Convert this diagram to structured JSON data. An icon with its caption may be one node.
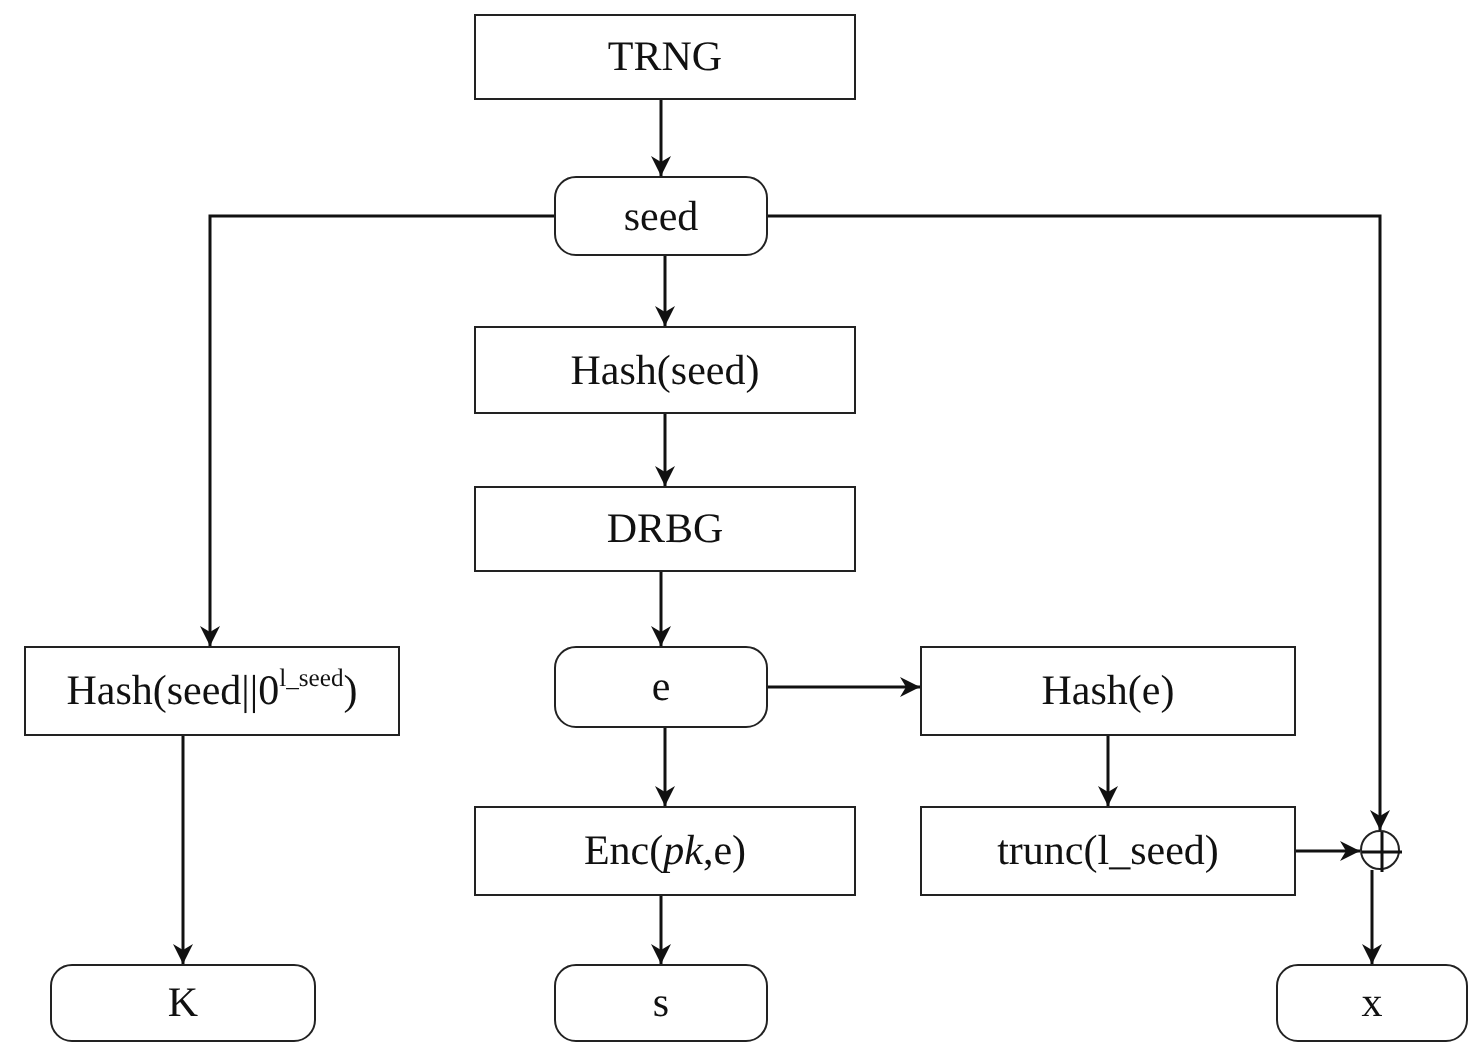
{
  "diagram": {
    "nodes": [
      {
        "text": [
          "TRNG"
        ]
      },
      {
        "text": [
          "seed"
        ]
      },
      {
        "text": [
          "Hash(seed)"
        ]
      },
      {
        "text": [
          "DRBG"
        ]
      },
      {
        "text": [
          "e"
        ]
      },
      {
        "text": [
          "Hash(e)"
        ]
      },
      {
        "text": [
          "Hash(seed||0$^{l_seed}$)"
        ]
      },
      {
        "text": [
          "Enc(*pk*,e)"
        ]
      },
      {
        "text": [
          "trunc(l_seed)"
        ]
      },
      {
        "text": [],
        "shape": "circle"
      },
      {
        "text": [
          "K"
        ]
      },
      {
        "text": [
          "s"
        ]
      },
      {
        "text": [
          "x"
        ]
      }
    ],
    "edges": [
      {
        "from": 0,
        "to": 1,
        "arrow": "to"
      },
      {
        "from": 1,
        "to": 2,
        "arrow": "to"
      },
      {
        "from": 2,
        "to": 3,
        "arrow": "to"
      },
      {
        "from": 3,
        "to": 4,
        "arrow": "to"
      },
      {
        "from": 1,
        "to": 6,
        "arrow": "to"
      },
      {
        "from": 1,
        "to": 9,
        "arrow": "to"
      },
      {
        "from": 4,
        "to": 5,
        "arrow": "to"
      },
      {
        "from": 4,
        "to": 7,
        "arrow": "to"
      },
      {
        "from": 5,
        "to": 8,
        "arrow": "to"
      },
      {
        "from": 6,
        "to": 10,
        "arrow": "to"
      },
      {
        "from": 7,
        "to": 11,
        "arrow": "to"
      },
      {
        "from": 8,
        "to": 9,
        "arrow": "to"
      },
      {
        "from": 9,
        "to": 12,
        "arrow": "to"
      }
    ]
  }
}
